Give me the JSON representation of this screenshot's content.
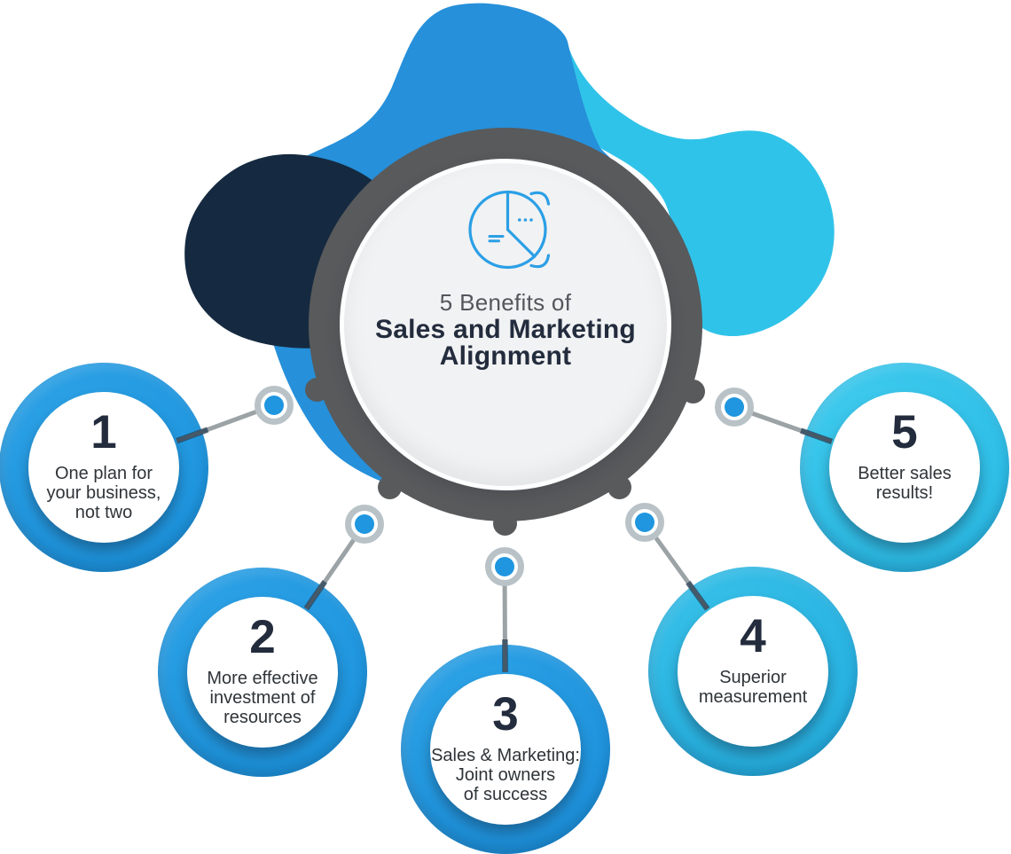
{
  "title": {
    "subtitle": "5 Benefits of",
    "main": "Sales and Marketing\nAlignment"
  },
  "hub_icon": "pie-chart-icon",
  "benefits": [
    {
      "number": "1",
      "label": "One plan for\nyour business,\nnot two",
      "ring_color": "#1F96DF"
    },
    {
      "number": "2",
      "label": "More effective\ninvestment of\nresources",
      "ring_color": "#1F96DF"
    },
    {
      "number": "3",
      "label": "Sales & Marketing:\nJoint owners\nof success",
      "ring_color": "#1F93DD"
    },
    {
      "number": "4",
      "label": "Superior\nmeasurement",
      "ring_color": "#28B2E1"
    },
    {
      "number": "5",
      "label": "Better sales\nresults!",
      "ring_color": "#2EBEE7"
    }
  ],
  "colors": {
    "ring-blue": "#1F96DF",
    "ring-cyan": "#28B2E1",
    "ring-cyan-light": "#2EBEE7",
    "blob-blue": "#2690DA",
    "blob-cyan": "#30C3E9",
    "blob-navy": "#152A40",
    "hub-gray": "#595A5C",
    "hub-face": "#F1F2F3",
    "icon-blue": "#2B9FE6",
    "line-gray": "#9CA3A6",
    "line-dark": "#2B4660",
    "dot-ring-gray": "#B9C3C7",
    "title-navy": "#232C3D",
    "subtitle-gray": "#53565C",
    "text-dark": "#2F3438"
  }
}
